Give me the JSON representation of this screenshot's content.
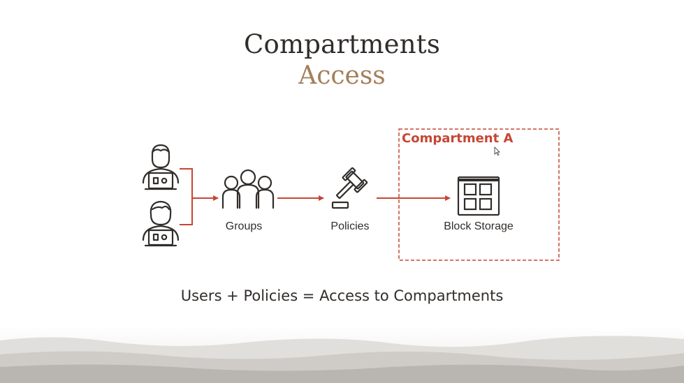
{
  "title": "Compartments",
  "subtitle": "Access",
  "colors": {
    "accent": "#c74634",
    "title": "#312d2a",
    "subtitle": "#a57f5b",
    "compartment": "#c74634",
    "icon_stroke": "#312d2a"
  },
  "nodes": {
    "users": {
      "icon": "user-laptop-icon"
    },
    "groups": {
      "label": "Groups",
      "icon": "group-icon"
    },
    "policies": {
      "label": "Policies",
      "icon": "gavel-icon"
    },
    "block_storage": {
      "label": "Block Storage",
      "icon": "block-storage-icon"
    }
  },
  "compartment": {
    "label": "Compartment A"
  },
  "equation": "Users + Policies = Access to Compartments"
}
